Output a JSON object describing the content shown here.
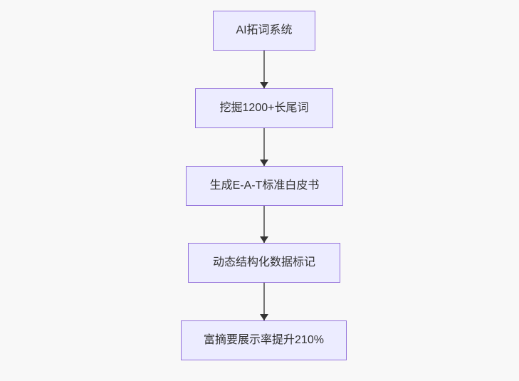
{
  "diagram": {
    "type": "flowchart",
    "direction": "top-down",
    "colors": {
      "canvas_background": "#f8f8f8",
      "node_fill": "#ececff",
      "node_border": "#9370db",
      "node_text": "#333333",
      "edge_line": "#757575",
      "edge_arrowhead": "#333333"
    },
    "nodes": [
      {
        "id": "n1",
        "label": "AI拓词系统"
      },
      {
        "id": "n2",
        "label": "挖掘1200+长尾词"
      },
      {
        "id": "n3",
        "label": "生成E-A-T标准白皮书"
      },
      {
        "id": "n4",
        "label": "动态结构化数据标记"
      },
      {
        "id": "n5",
        "label": "富摘要展示率提升210%"
      }
    ],
    "edges": [
      {
        "from": "n1",
        "to": "n2",
        "style": "arrow-down"
      },
      {
        "from": "n2",
        "to": "n3",
        "style": "arrow-down"
      },
      {
        "from": "n3",
        "to": "n4",
        "style": "arrow-down"
      },
      {
        "from": "n4",
        "to": "n5",
        "style": "arrow-down"
      }
    ]
  }
}
